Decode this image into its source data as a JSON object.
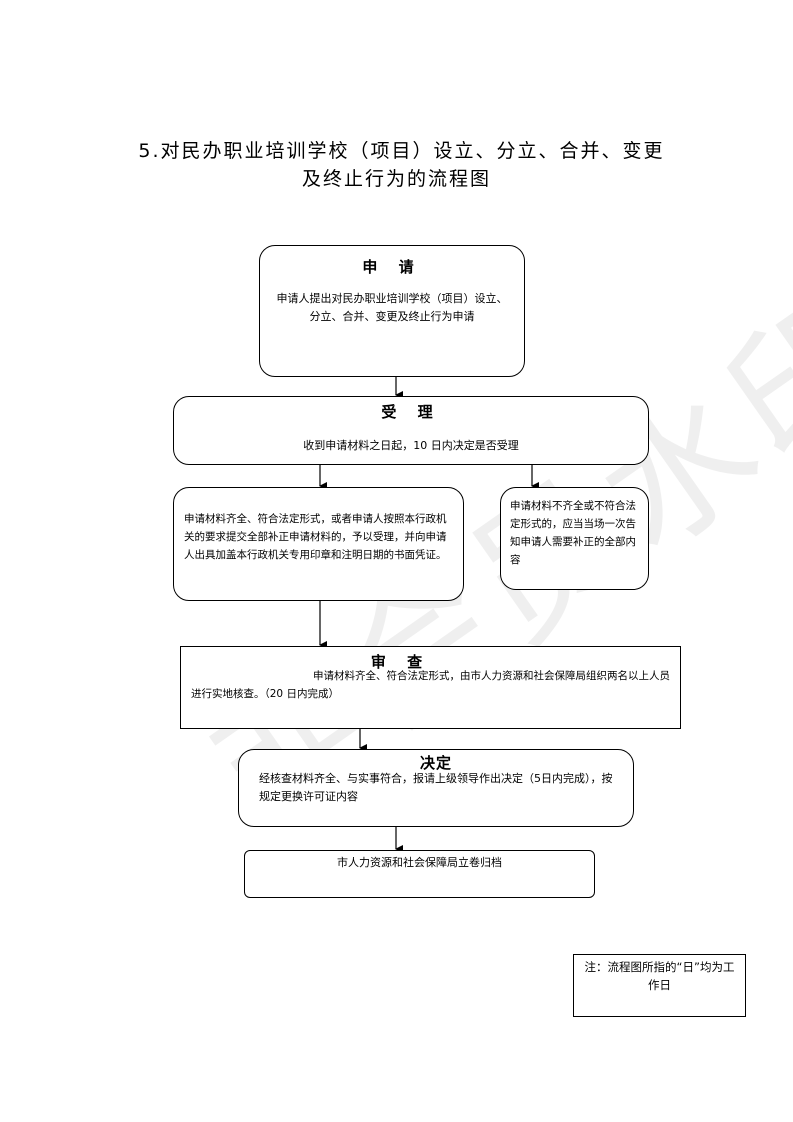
{
  "title": {
    "line1": "5.对民办职业培训学校（项目）设立、分立、合并、变更",
    "line2": "及终止行为的流程图"
  },
  "watermark": "非会员水印",
  "steps": {
    "apply": {
      "heading": "申 请",
      "text": "申请人提出对民办职业培训学校（项目）设立、分立、合并、变更及终止行为申请"
    },
    "accept": {
      "heading": "受 理",
      "text": "收到申请材料之日起，10 日内决定是否受理"
    },
    "complete": {
      "text": "申请材料齐全、符合法定形式，或者申请人按照本行政机关的要求提交全部补正申请材料的，予以受理，并向申请人出具加盖本行政机关专用印章和注明日期的书面凭证。"
    },
    "incomplete": {
      "text": "申请材料不齐全或不符合法定形式的，应当当场一次告知申请人需要补正的全部内容"
    },
    "review": {
      "heading": "审 查",
      "text": "申请材料齐全、符合法定形式，由市人力资源和社会保障局组织两名以上人员进行实地核查。（20 日内完成）"
    },
    "decide": {
      "heading": "决定",
      "text": "经核查材料齐全、与实事符合，报请上级领导作出决定（5日内完成），按规定更换许可证内容"
    },
    "archive": {
      "text": "市人力资源和社会保障局立卷归档"
    }
  },
  "note": "注：流程图所指的“日”均为工作日"
}
